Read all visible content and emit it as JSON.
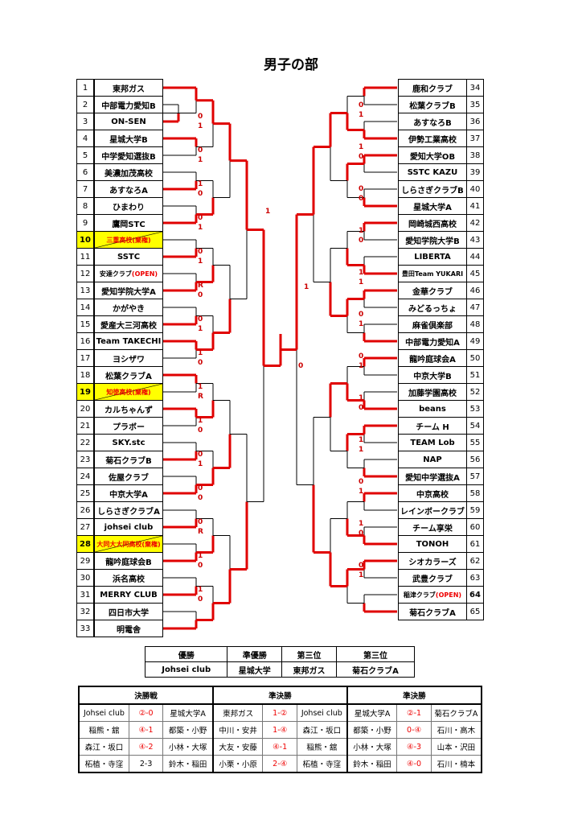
{
  "title": "男子の部",
  "colors": {
    "win_line": "#e00000",
    "lose_line": "#000000",
    "highlight": "#ffff00"
  },
  "left_teams": [
    {
      "no": "1",
      "name": "東邦ガス"
    },
    {
      "no": "2",
      "name": "中部電力愛知B"
    },
    {
      "no": "3",
      "name": "ON-SEN"
    },
    {
      "no": "4",
      "name": "星城大学B"
    },
    {
      "no": "5",
      "name": "中学愛知選抜B"
    },
    {
      "no": "6",
      "name": "美濃加茂高校"
    },
    {
      "no": "7",
      "name": "あすなろA"
    },
    {
      "no": "8",
      "name": "ひまわり"
    },
    {
      "no": "9",
      "name": "鷹岡STC"
    },
    {
      "no": "10",
      "name": "三重高校(棄権)",
      "highlight": true,
      "red": true,
      "strike": true
    },
    {
      "no": "11",
      "name": "SSTC"
    },
    {
      "no": "12",
      "name": "安達クラブ",
      "suffix": "(OPEN)"
    },
    {
      "no": "13",
      "name": "愛知学院大学A"
    },
    {
      "no": "14",
      "name": "かがやき"
    },
    {
      "no": "15",
      "name": "愛産大三河高校"
    },
    {
      "no": "16",
      "name": "Team TAKECHI"
    },
    {
      "no": "17",
      "name": "ヨシザワ"
    },
    {
      "no": "18",
      "name": "松葉クラブA"
    },
    {
      "no": "19",
      "name": "知徳高校(棄権)",
      "highlight": true,
      "red": true,
      "strike": true
    },
    {
      "no": "20",
      "name": "カルちゃんず"
    },
    {
      "no": "21",
      "name": "プラボー"
    },
    {
      "no": "22",
      "name": "SKY.stc"
    },
    {
      "no": "23",
      "name": "菊石クラブB"
    },
    {
      "no": "24",
      "name": "佐屋クラブ"
    },
    {
      "no": "25",
      "name": "中京大学A"
    },
    {
      "no": "26",
      "name": "しらさぎクラブA"
    },
    {
      "no": "27",
      "name": "johsei club"
    },
    {
      "no": "28",
      "name": "大同大大同高校(棄権)",
      "highlight": true,
      "red": true,
      "strike": true
    },
    {
      "no": "29",
      "name": "龍吟庭球会B"
    },
    {
      "no": "30",
      "name": "浜名高校"
    },
    {
      "no": "31",
      "name": "MERRY CLUB"
    },
    {
      "no": "32",
      "name": "四日市大学"
    },
    {
      "no": "33",
      "name": "明電舎"
    }
  ],
  "right_teams": [
    {
      "no": "34",
      "name": "鹿和クラブ"
    },
    {
      "no": "35",
      "name": "松葉クラブB"
    },
    {
      "no": "36",
      "name": "あすなろB"
    },
    {
      "no": "37",
      "name": "伊勢工業高校"
    },
    {
      "no": "38",
      "name": "愛知大学OB"
    },
    {
      "no": "39",
      "name": "SSTC KAZU"
    },
    {
      "no": "40",
      "name": "しらさぎクラブB"
    },
    {
      "no": "41",
      "name": "星城大学A"
    },
    {
      "no": "42",
      "name": "岡崎城西高校"
    },
    {
      "no": "43",
      "name": "愛知学院大学B"
    },
    {
      "no": "44",
      "name": "LIBERTA"
    },
    {
      "no": "45",
      "name": "豊田Team YUKARI",
      "small": true
    },
    {
      "no": "46",
      "name": "金華クラブ"
    },
    {
      "no": "47",
      "name": "みどるっちょ"
    },
    {
      "no": "48",
      "name": "麻雀倶楽部"
    },
    {
      "no": "49",
      "name": "中部電力愛知A"
    },
    {
      "no": "50",
      "name": "龍吟庭球会A"
    },
    {
      "no": "51",
      "name": "中京大学B"
    },
    {
      "no": "52",
      "name": "加藤学園高校"
    },
    {
      "no": "53",
      "name": "beans"
    },
    {
      "no": "54",
      "name": "チーム H"
    },
    {
      "no": "55",
      "name": "TEAM Lob"
    },
    {
      "no": "56",
      "name": "NAP"
    },
    {
      "no": "57",
      "name": "愛知中学選抜A"
    },
    {
      "no": "58",
      "name": "中京高校"
    },
    {
      "no": "59",
      "name": "レインボークラブ"
    },
    {
      "no": "60",
      "name": "チーム享栄"
    },
    {
      "no": "61",
      "name": "TONOH"
    },
    {
      "no": "62",
      "name": "シオカラーズ"
    },
    {
      "no": "63",
      "name": "武豊クラブ"
    },
    {
      "no": "64",
      "name": "稲津クラブ",
      "suffix": "(OPEN)",
      "bold_no": true
    },
    {
      "no": "65",
      "name": "菊石クラブA"
    }
  ],
  "left_scores": [
    {
      "r": 1,
      "top": "0",
      "bot": "1"
    },
    {
      "r": 2,
      "top": "0",
      "bot": "1"
    },
    {
      "r": 3,
      "top": "1",
      "bot": "0"
    },
    {
      "r": 4,
      "top": "0",
      "bot": "1"
    },
    {
      "r": 5,
      "top": "0",
      "bot": "1"
    },
    {
      "r": 6,
      "top": "R",
      "bot": "0"
    },
    {
      "r": 7,
      "top": "0",
      "bot": "1"
    },
    {
      "r": 8,
      "top": "1",
      "bot": "0"
    },
    {
      "r": 9,
      "top": "1",
      "bot": "R"
    },
    {
      "r": 10,
      "top": "1",
      "bot": "0"
    },
    {
      "r": 11,
      "top": "0",
      "bot": "1"
    },
    {
      "r": 12,
      "top": "0",
      "bot": "0"
    },
    {
      "r": 13,
      "top": "0",
      "bot": "R"
    },
    {
      "r": 14,
      "top": "1",
      "bot": "0"
    },
    {
      "r": 15,
      "top": "1",
      "bot": "0"
    }
  ],
  "right_scores": [
    {
      "r": 1,
      "top": "0",
      "bot": "1"
    },
    {
      "r": 2,
      "top": "1",
      "bot": "0"
    },
    {
      "r": 3,
      "top": "0",
      "bot": "0"
    },
    {
      "r": 4,
      "top": "1",
      "bot": "0"
    },
    {
      "r": 5,
      "top": "1",
      "bot": "1"
    },
    {
      "r": 6,
      "top": "0",
      "bot": "1"
    },
    {
      "r": 7,
      "top": "0",
      "bot": "1"
    },
    {
      "r": 8,
      "top": "1",
      "bot": "0"
    },
    {
      "r": 9,
      "top": "1",
      "bot": "1"
    },
    {
      "r": 10,
      "top": "0",
      "bot": "1"
    },
    {
      "r": 11,
      "top": "1",
      "bot": "0"
    },
    {
      "r": 12,
      "top": "0",
      "bot": "1"
    }
  ],
  "center_scores": {
    "left_final": "1",
    "right_final": "1",
    "top": "0"
  },
  "podium": {
    "headers": [
      "優勝",
      "準優勝",
      "第三位",
      "第三位"
    ],
    "values": [
      "Johsei club",
      "星城大学",
      "東邦ガス",
      "菊石クラブA"
    ]
  },
  "matches": {
    "headers": [
      "決勝戦",
      "準決勝",
      "準決勝"
    ],
    "rows": [
      [
        "Johsei club",
        "②-0",
        "星城大学A",
        "東邦ガス",
        "1-②",
        "Johsei club",
        "星城大学A",
        "②-1",
        "菊石クラブA"
      ],
      [
        "稲熊・舘",
        "④-1",
        "都築・小野",
        "中川・安井",
        "1-④",
        "森江・坂口",
        "都築・小野",
        "0-④",
        "石川・高木"
      ],
      [
        "森江・坂口",
        "④-2",
        "小林・大塚",
        "大友・安藤",
        "④-1",
        "稲熊・舘",
        "小林・大塚",
        "④-3",
        "山本・沢田"
      ],
      [
        "柘植・寺窪",
        "2-3",
        "鈴木・稲田",
        "小栗・小原",
        "2-④",
        "柘植・寺窪",
        "鈴木・稲田",
        "④-0",
        "石川・楠本"
      ]
    ]
  }
}
